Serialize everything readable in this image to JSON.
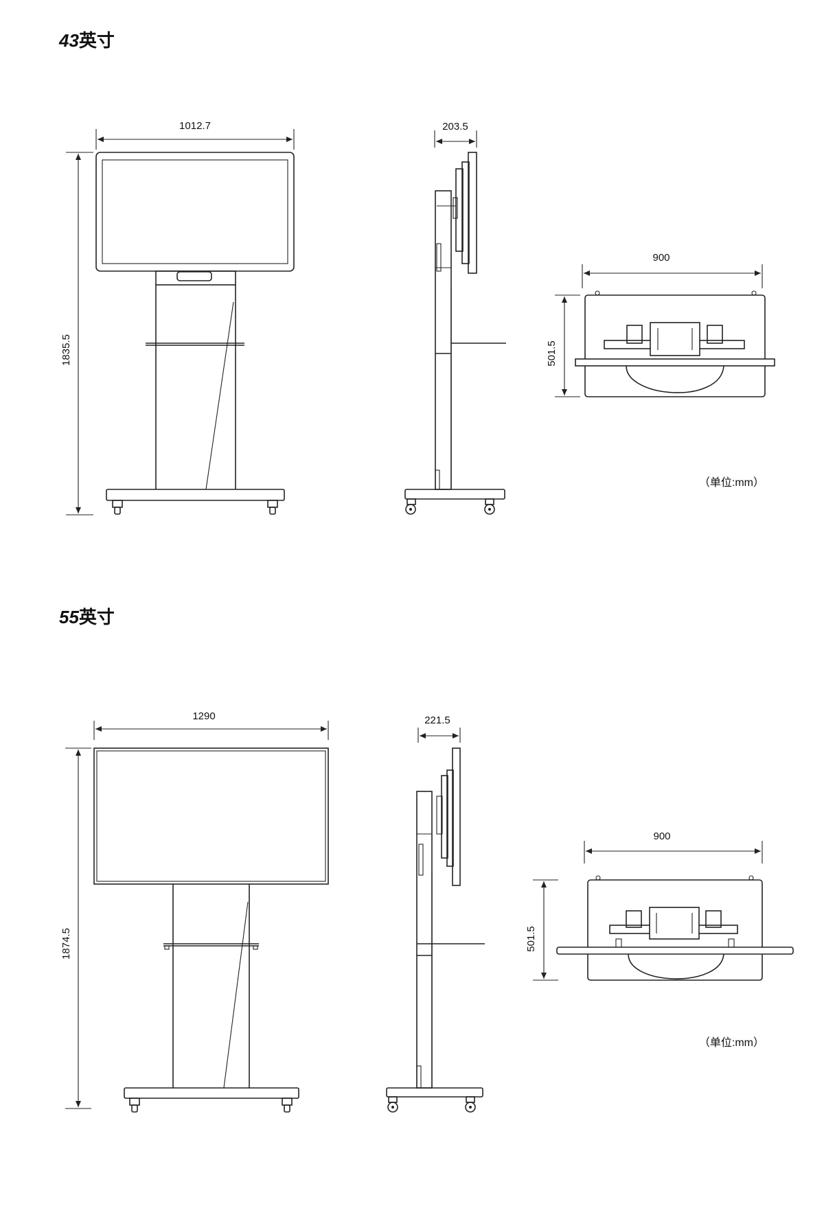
{
  "sections": [
    {
      "size": "43",
      "size_suffix": "英寸",
      "dimensions": {
        "front_width": "1012.7",
        "total_height": "1835.5",
        "side_depth": "203.5",
        "top_width": "900",
        "top_depth": "501.5"
      },
      "unit_note": "（单位:mm）"
    },
    {
      "size": "55",
      "size_suffix": "英寸",
      "dimensions": {
        "front_width": "1290",
        "total_height": "1874.5",
        "side_depth": "221.5",
        "top_width": "900",
        "top_depth": "501.5"
      },
      "unit_note": "（单位:mm）"
    }
  ],
  "colors": {
    "line": "#222222",
    "background": "#ffffff"
  }
}
